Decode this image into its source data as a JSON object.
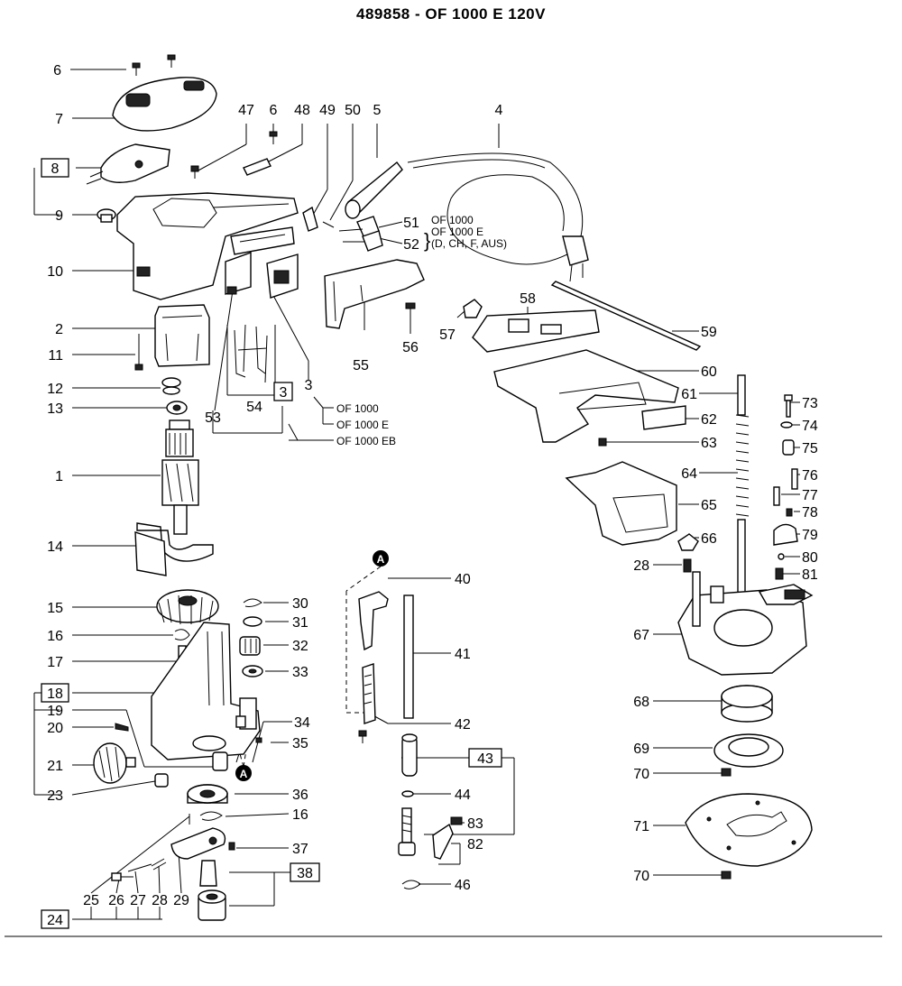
{
  "title": "489858 - OF 1000 E 120V",
  "marker": "A",
  "variants": {
    "cord_a": "OF 1000",
    "cord_b": "OF 1000 E",
    "cord_c": "(D, CH, F, AUS)",
    "switch_a": "OF 1000",
    "switch_b": "OF 1000 E",
    "switch_c": "OF 1000 EB"
  },
  "callouts": [
    "1",
    "2",
    "3",
    "4",
    "5",
    "6",
    "7",
    "8",
    "9",
    "10",
    "11",
    "12",
    "13",
    "14",
    "15",
    "16",
    "17",
    "18",
    "19",
    "20",
    "21",
    "23",
    "24",
    "25",
    "26",
    "27",
    "28",
    "29",
    "30",
    "31",
    "32",
    "33",
    "34",
    "35",
    "36",
    "37",
    "38",
    "40",
    "41",
    "42",
    "43",
    "44",
    "46",
    "47",
    "48",
    "49",
    "50",
    "51",
    "52",
    "53",
    "54",
    "55",
    "56",
    "57",
    "58",
    "59",
    "60",
    "61",
    "62",
    "63",
    "64",
    "65",
    "66",
    "67",
    "68",
    "69",
    "70",
    "71",
    "73",
    "74",
    "75",
    "76",
    "77",
    "78",
    "79",
    "80",
    "81",
    "82",
    "83"
  ],
  "boxed_callouts": [
    "8",
    "3",
    "18",
    "43",
    "38",
    "24"
  ]
}
